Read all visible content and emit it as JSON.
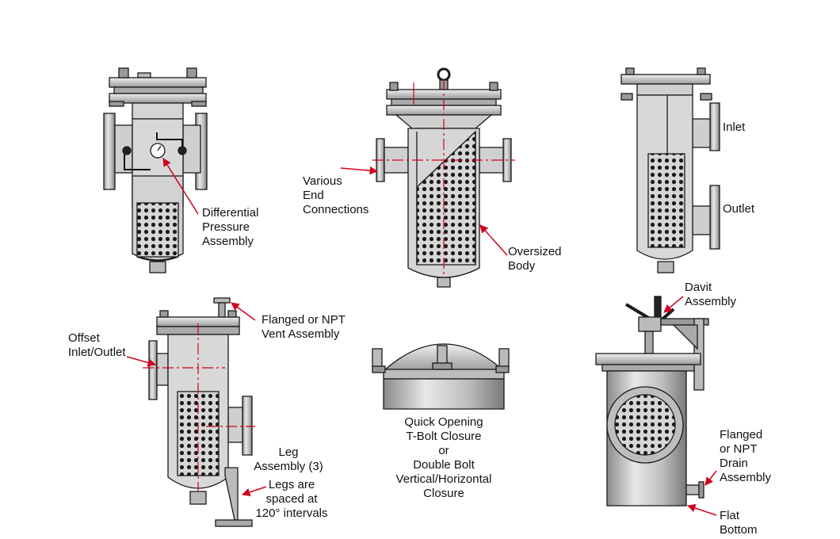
{
  "labels": {
    "differential_pressure": [
      "Differential",
      "Pressure",
      "Assembly"
    ],
    "various_end_connections": [
      "Various",
      "End",
      "Connections"
    ],
    "oversized_body": [
      "Oversized",
      "Body"
    ],
    "inlet": "Inlet",
    "outlet": "Outlet",
    "flanged_npt_vent": [
      "Flanged or NPT",
      "Vent Assembly"
    ],
    "offset_inlet_outlet": [
      "Offset",
      "Inlet/Outlet"
    ],
    "leg_assembly": [
      "Leg",
      "Assembly (3)"
    ],
    "legs_spaced": [
      "Legs are",
      "spaced at",
      "120° intervals"
    ],
    "quick_opening": [
      "Quick Opening",
      "T-Bolt Closure",
      "or",
      "Double Bolt",
      "Vertical/Horizontal",
      "Closure"
    ],
    "davit_assembly": [
      "Davit",
      "Assembly"
    ],
    "flanged_npt_drain": [
      "Flanged",
      "or NPT",
      "Drain",
      "Assembly"
    ],
    "flat_bottom": [
      "Flat",
      "Bottom"
    ]
  },
  "colors": {
    "steel": "#c9c9c9",
    "steel_dark": "#8e8e8e",
    "outline": "#1a1a1a",
    "leader": "#d0021b",
    "basket": "#d9d9d9"
  }
}
